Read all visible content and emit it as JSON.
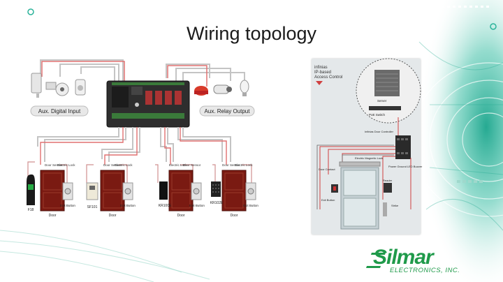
{
  "slide": {
    "title": "Wiring topology"
  },
  "left_diagram": {
    "aux_digital_input_label": "Aux. Digital Input",
    "aux_relay_output_label": "Aux. Relay Output",
    "door_units": [
      {
        "reader": "F18",
        "door_sensor": "Door Sensor",
        "electric_lock": "Electric Lock",
        "door": "Door",
        "exit_button": "Exit Button"
      },
      {
        "reader": "SF101",
        "door_sensor": "Door Sensor",
        "electric_lock": "Electric Lock",
        "door": "Door",
        "exit_button": "Exit Button"
      },
      {
        "reader": "KR100E",
        "door_sensor": "Door Sensor",
        "electric_lock": "Electric Lock",
        "door": "Door",
        "exit_button": "Exit Button"
      },
      {
        "reader": "KR102E",
        "door_sensor": "Door Sensor",
        "electric_lock": "Electric Lock",
        "door": "Door",
        "exit_button": "Exit Button"
      }
    ]
  },
  "right_photo": {
    "heading_line1": "infinias",
    "heading_line2": "IP-based",
    "heading_line3": "Access Control",
    "server_label": "Server",
    "poe_switch_label": "PoE Switch",
    "controller_label": "Infinias Door Controller",
    "magnetic_lock_label": "Electric Magnetic Lock",
    "door_contact_label": "Door Contact",
    "power_label": "Power Ground LED Buzzer",
    "exit_button_label": "Exit Button",
    "reader_label": "Reader",
    "strike_label": "Strike"
  },
  "logo": {
    "word": "Silmar",
    "sub": "ELECTRONICS, INC."
  },
  "colors": {
    "wire_red": "#d04040",
    "wire_gray": "#b8b8b8",
    "door_brown": "#7a1a12",
    "teal": "#2bb39a",
    "brand_green": "#1f9a4a"
  }
}
